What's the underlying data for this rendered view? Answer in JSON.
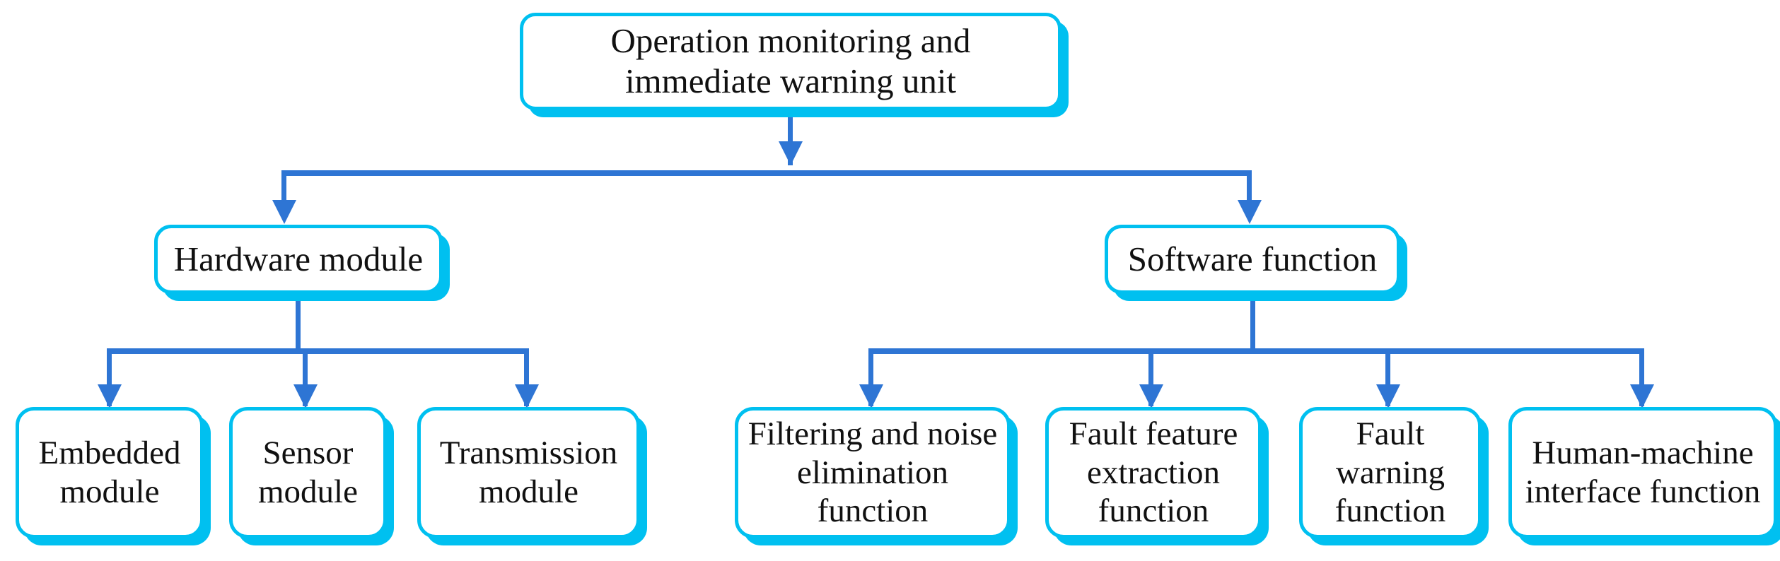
{
  "diagram": {
    "title": "Operation monitoring and immediate warning unit",
    "type": "hierarchy-tree",
    "colors": {
      "node_border": "#00c0f0",
      "node_shadow": "#00c0f0",
      "node_fill": "#ffffff",
      "connector": "#2e75d4",
      "text": "#111111",
      "background": "#ffffff"
    },
    "root": {
      "label": "Operation monitoring and\nimmediate warning unit"
    },
    "branches": [
      {
        "label": "Hardware module",
        "children": [
          {
            "label": "Embedded\nmodule"
          },
          {
            "label": "Sensor\nmodule"
          },
          {
            "label": "Transmission\nmodule"
          }
        ]
      },
      {
        "label": "Software function",
        "children": [
          {
            "label": "Filtering and noise\nelimination\nfunction"
          },
          {
            "label": "Fault feature\nextraction\nfunction"
          },
          {
            "label": "Fault\nwarning\nfunction"
          },
          {
            "label": "Human-machine\ninterface function"
          }
        ]
      }
    ]
  }
}
